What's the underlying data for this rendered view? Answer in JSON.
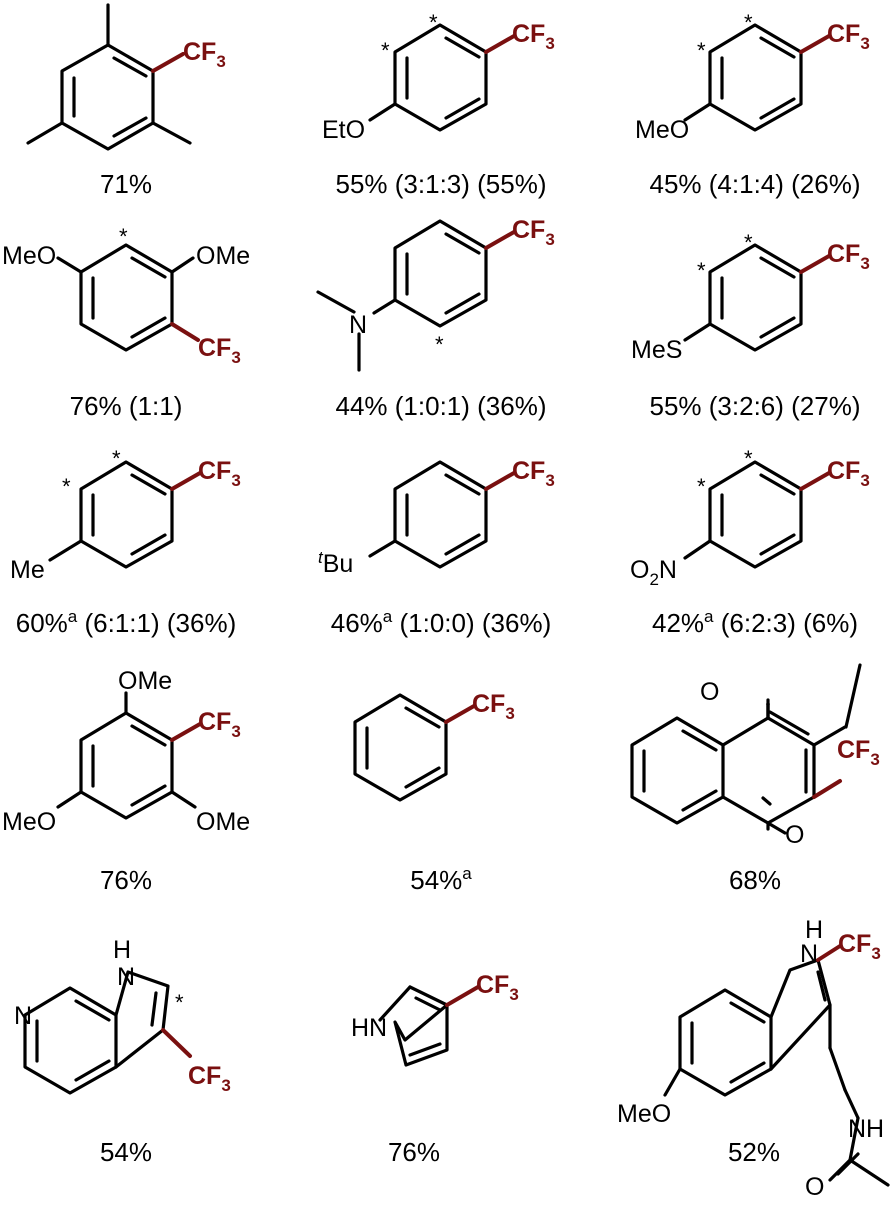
{
  "reagent_group": {
    "text": "CF",
    "subscript": "3",
    "color": "#7a1010"
  },
  "regio_marker": "*",
  "compounds": [
    {
      "substituents": [],
      "yield": "71%",
      "footnote": "",
      "ratio": ""
    },
    {
      "substituents": [
        "EtO"
      ],
      "yield": "55%",
      "footnote": "",
      "ratio": "(3:1:3) (55%)"
    },
    {
      "substituents": [
        "MeO"
      ],
      "yield": "45%",
      "footnote": "",
      "ratio": "(4:1:4) (26%)"
    },
    {
      "substituents": [
        "MeO",
        "OMe"
      ],
      "yield": "76%",
      "footnote": "",
      "ratio": "(1:1)"
    },
    {
      "substituents": [
        "N"
      ],
      "yield": "44%",
      "footnote": "",
      "ratio": "(1:0:1) (36%)"
    },
    {
      "substituents": [
        "MeS"
      ],
      "yield": "55%",
      "footnote": "",
      "ratio": "(3:2:6) (27%)"
    },
    {
      "substituents": [
        "Me"
      ],
      "yield": "60%",
      "footnote": "a",
      "ratio": "(6:1:1) (36%)"
    },
    {
      "substituents": [
        "t",
        "Bu"
      ],
      "yield": "46%",
      "footnote": "a",
      "ratio": "(1:0:0) (36%)"
    },
    {
      "substituents": [
        "O",
        "2",
        "N"
      ],
      "yield": "42%",
      "footnote": "a",
      "ratio": "(6:2:3) (6%)"
    },
    {
      "substituents": [
        "OMe",
        "MeO",
        "OMe"
      ],
      "yield": "76%",
      "footnote": "",
      "ratio": ""
    },
    {
      "substituents": [],
      "yield": "54%",
      "footnote": "a",
      "ratio": ""
    },
    {
      "substituents": [
        "O",
        "O"
      ],
      "yield": "68%",
      "footnote": "",
      "ratio": ""
    },
    {
      "substituents": [
        "H",
        "N",
        "N"
      ],
      "yield": "54%",
      "footnote": "",
      "ratio": ""
    },
    {
      "substituents": [
        "HN"
      ],
      "yield": "76%",
      "footnote": "",
      "ratio": ""
    },
    {
      "substituents": [
        "H",
        "N",
        "MeO",
        "NH",
        "O"
      ],
      "yield": "52%",
      "footnote": "",
      "ratio": ""
    }
  ]
}
